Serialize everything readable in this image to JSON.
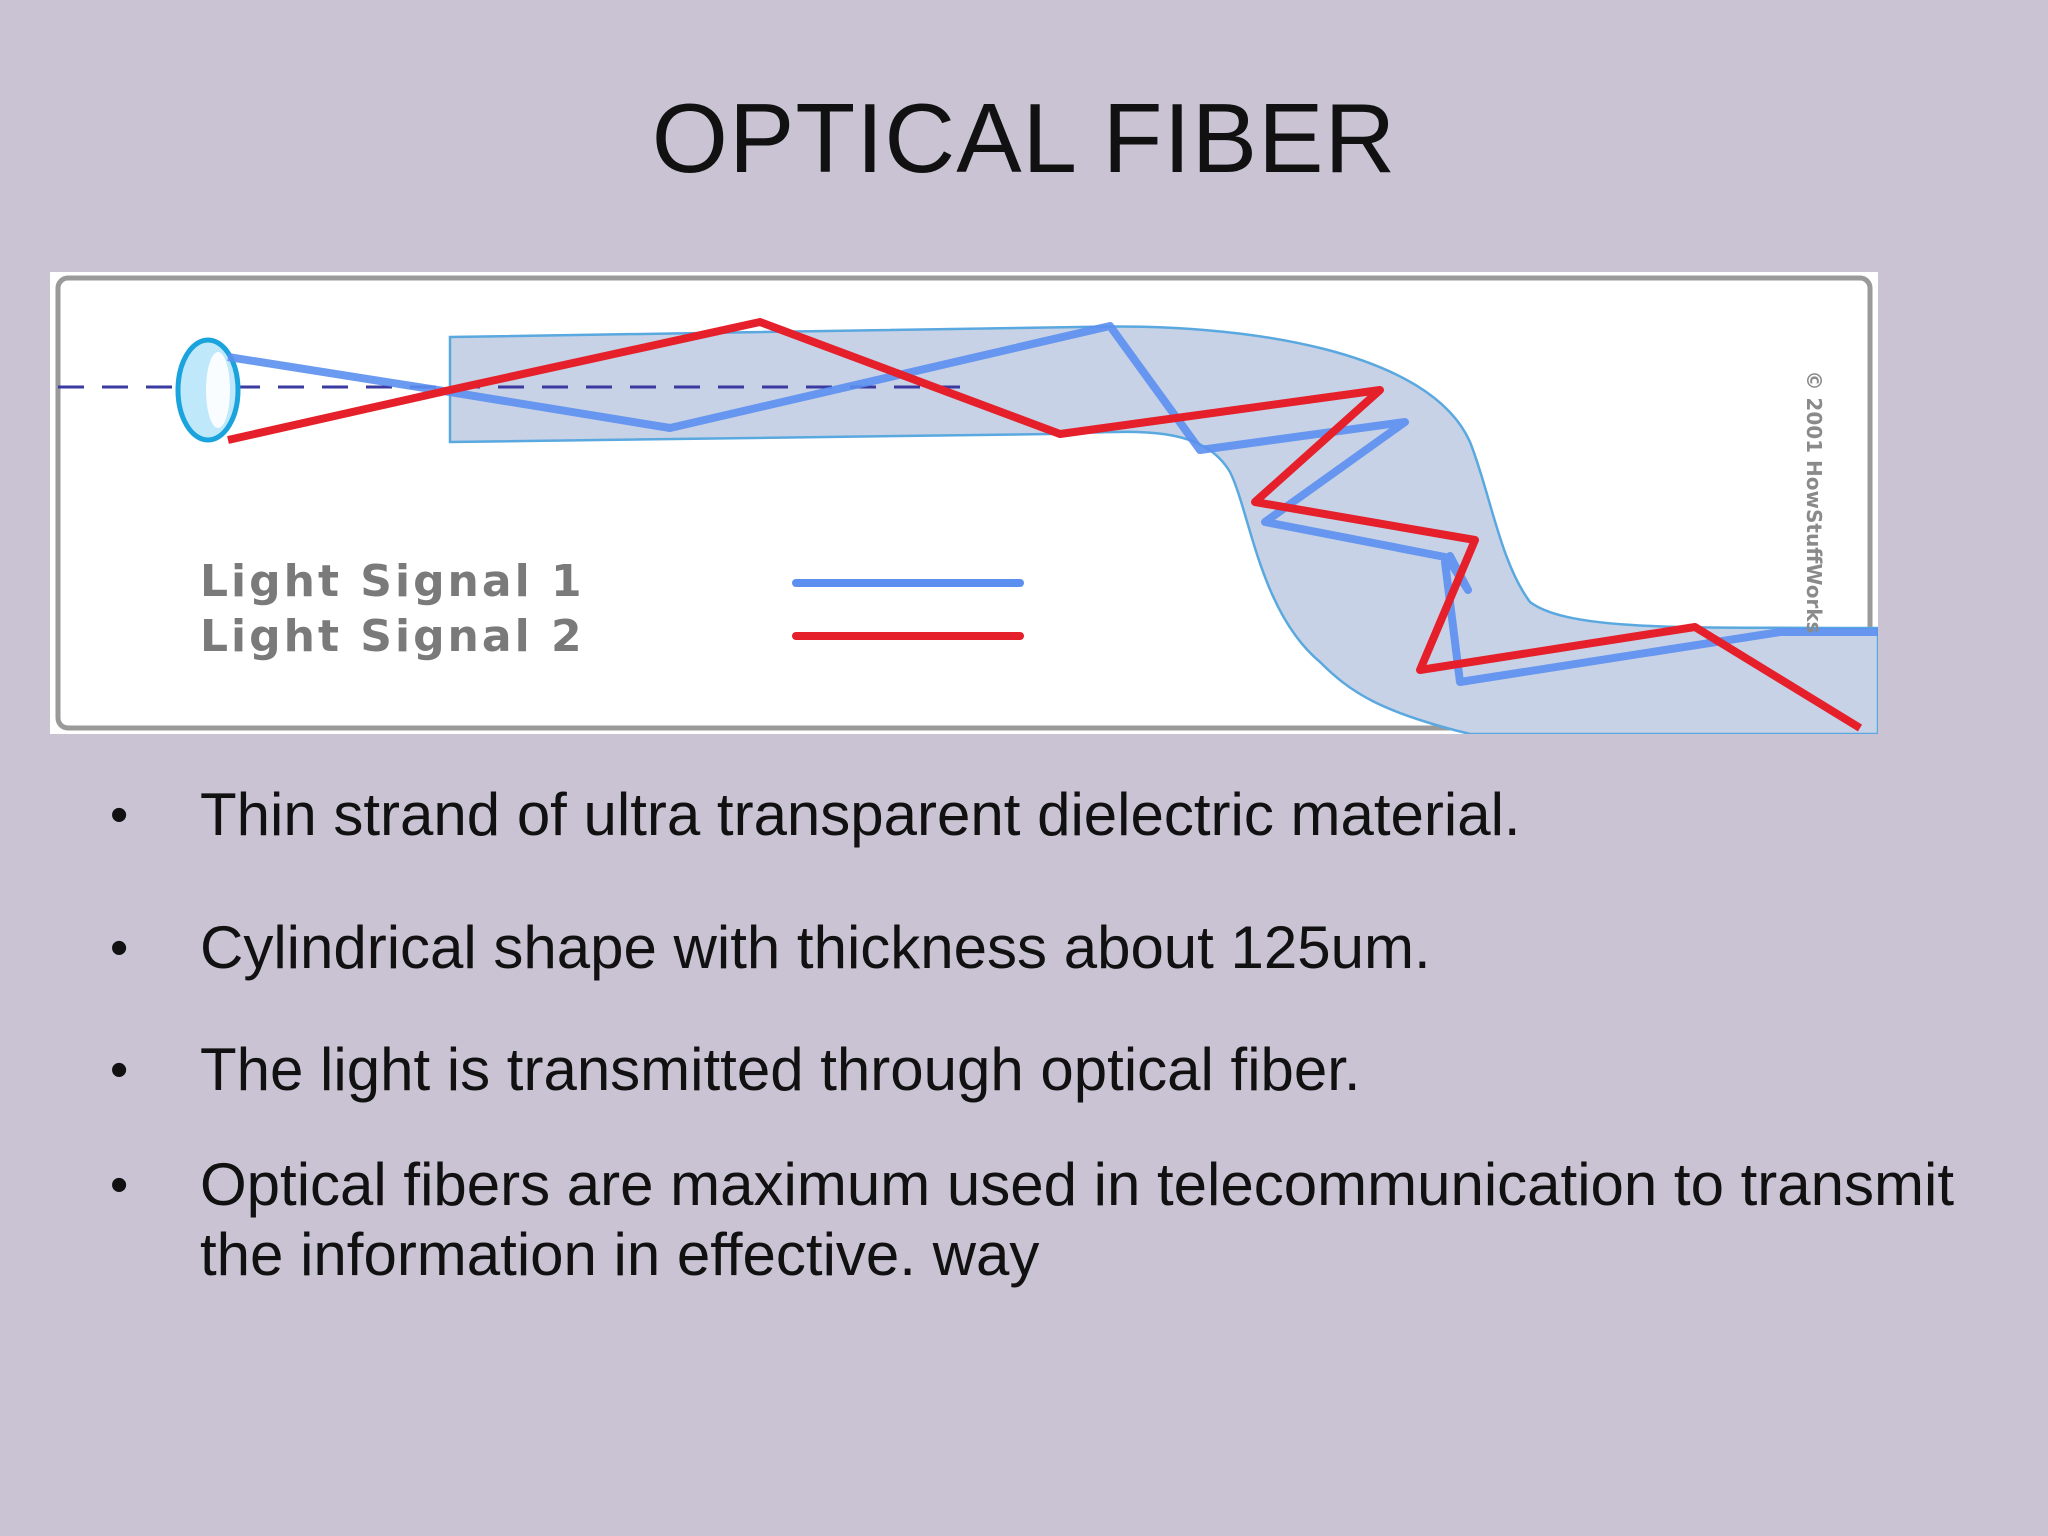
{
  "slide": {
    "title": "OPTICAL FIBER",
    "figure": {
      "legend": [
        {
          "label": "Light Signal 1",
          "color": "#5b8ff0"
        },
        {
          "label": "Light Signal 2",
          "color": "#e5202a"
        }
      ],
      "copyright": "© 2001 HowStuffWorks",
      "fiber_color": "#c7d2e6",
      "fiber_edge_color": "#5aa8e0",
      "axis_color": "#3a3aa0"
    },
    "bullets": [
      {
        "dot": "•",
        "text": "Thin strand of ultra transparent dielectric material."
      },
      {
        "dot": "•",
        "text": "Cylindrical shape with thickness about 125um."
      },
      {
        "dot": "•",
        "text": "The light is transmitted through optical fiber."
      },
      {
        "dot": "•",
        "text": "Optical fibers are maximum used in telecommunication to transmit the information in effective. way"
      }
    ]
  }
}
